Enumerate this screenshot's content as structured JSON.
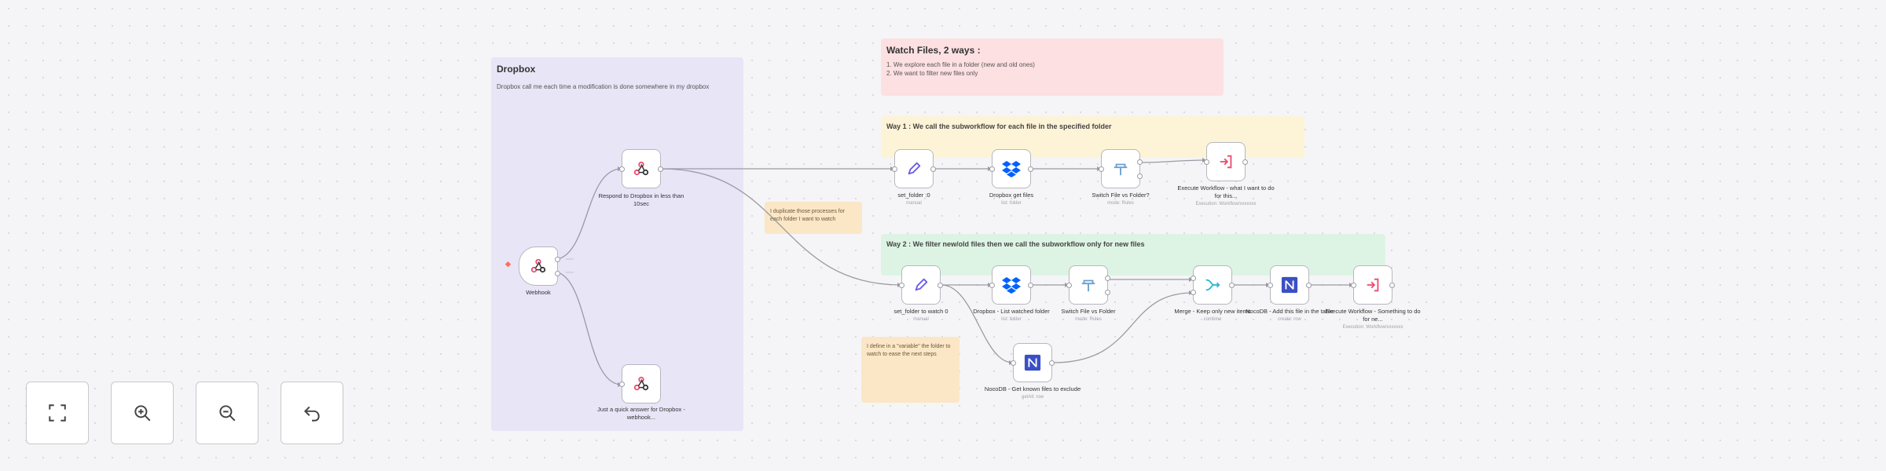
{
  "colors": {
    "dropbox_sticky": "#e8e5f7",
    "watch_sticky": "#fde0e2",
    "way1_sticky": "#fdf3d7",
    "way2_sticky": "#ddf4e4",
    "note_sticky": "#fbe6c6",
    "edge": "#9a9aa3",
    "dropbox_blue": "#0061fe",
    "notion_bg": "#3b4fc4",
    "webhook_red": "#ea4b71",
    "set_purple": "#6b5de8"
  },
  "stickies": {
    "dropbox": {
      "title": "Dropbox",
      "subtitle": "Dropbox call me each time a modification is done somewhere in my dropbox"
    },
    "watch": {
      "title": "Watch Files, 2 ways :",
      "line1": "1. We explore each file in a folder (new and old ones)",
      "line2": "2. We want to filter new files only"
    },
    "way1": {
      "text": "Way 1 : We call the subworkflow for each file in the specified folder"
    },
    "way2": {
      "text": "Way 2 : We filter new/old files then we call the subworkflow only for new files"
    },
    "note_duplicate": {
      "text": "I duplicate those processes for each folder I want to watch"
    },
    "note_define": {
      "text": "I define in a \"variable\" the folder to watch to ease the next steps"
    }
  },
  "nodes": {
    "webhook": {
      "label": "Webhook",
      "sub": "",
      "icon": "webhook-icon"
    },
    "respond_10s": {
      "label": "Respond to Dropbox in less than 10sec",
      "sub": "",
      "icon": "webhook-icon"
    },
    "quick_answer": {
      "label": "Just a quick answer for Dropbox - webhook...",
      "sub": "",
      "icon": "webhook-icon"
    },
    "set_folder_1": {
      "label": "set_folder :0",
      "sub": "manual",
      "icon": "pencil-icon"
    },
    "dropbox_get_files": {
      "label": "Dropbox get files",
      "sub": "list: folder",
      "icon": "dropbox-icon"
    },
    "switch_1": {
      "label": "Switch File vs Folder?",
      "sub": "mode: Rules",
      "icon": "switch-icon"
    },
    "execute_1": {
      "label": "Execute Workflow - what I want to do for this...",
      "sub": "Execution: Workflow/xxxxxxx",
      "icon": "execute-icon"
    },
    "set_folder_2": {
      "label": "set_folder to watch 0",
      "sub": "manual",
      "icon": "pencil-icon"
    },
    "dropbox_list": {
      "label": "Dropbox - List watched folder",
      "sub": "list: folder",
      "icon": "dropbox-icon"
    },
    "switch_2": {
      "label": "Switch File vs Folder",
      "sub": "mode: Rules",
      "icon": "switch-icon"
    },
    "merge": {
      "label": "Merge - Keep only new items",
      "sub": "combine",
      "icon": "merge-icon"
    },
    "notion_add": {
      "label": "NocoDB - Add this file in the table",
      "sub": "create: row",
      "icon": "notion-icon"
    },
    "execute_2": {
      "label": "Execute Workflow - Something to do for ne...",
      "sub": "Execution: Workflow/xxxxxxx",
      "icon": "execute-icon"
    },
    "notion_get": {
      "label": "NocoDB - Get known files to exclude",
      "sub": "getAll: row",
      "icon": "notion-icon"
    }
  },
  "edge_labels": {
    "fallback": "",
    "extra": ""
  },
  "controls": {
    "fit": "fit-view-icon",
    "zoom_in": "zoom-in-icon",
    "zoom_out": "zoom-out-icon",
    "reset": "undo-icon"
  }
}
